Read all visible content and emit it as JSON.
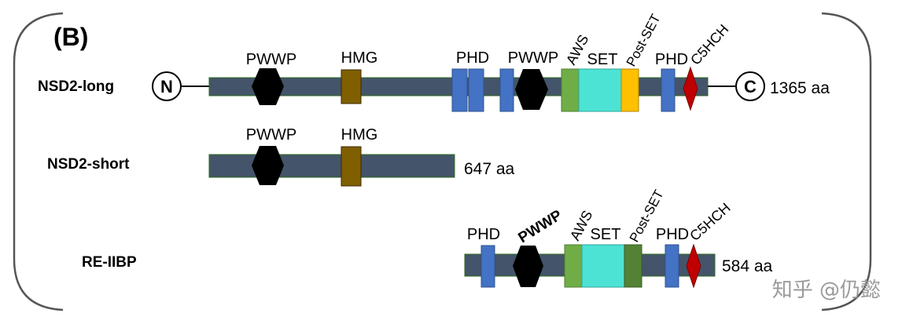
{
  "panel_label": "(B)",
  "colors": {
    "backbone": "#44546a",
    "pwwp": "#000000",
    "hmg": "#7f5f00",
    "phd": "#4472c4",
    "aws": "#70ad47",
    "set": "#4de3d4",
    "post_set_long": "#ffc000",
    "post_set_short": "#548235",
    "c5hch": "#c00000"
  },
  "proteins": {
    "long": {
      "name": "NSD2-long",
      "n_term": "N",
      "c_term": "C",
      "length": "1365 aa",
      "domains": {
        "pwwp1": "PWWP",
        "hmg": "HMG",
        "phd1": "PHD",
        "pwwp2": "PWWP",
        "aws": "AWS",
        "set": "SET",
        "post_set": "Post-SET",
        "phd2": "PHD",
        "c5hch": "C5HCH"
      }
    },
    "short": {
      "name": "NSD2-short",
      "length": "647 aa",
      "domains": {
        "pwwp": "PWWP",
        "hmg": "HMG"
      }
    },
    "re_iibp": {
      "name": "RE-IIBP",
      "length": "584 aa",
      "domains": {
        "phd1": "PHD",
        "pwwp": "PWWP",
        "aws": "AWS",
        "set": "SET",
        "post_set": "Post-SET",
        "phd2": "PHD",
        "c5hch": "C5HCH"
      }
    }
  },
  "watermark": "知乎 @仍懿"
}
